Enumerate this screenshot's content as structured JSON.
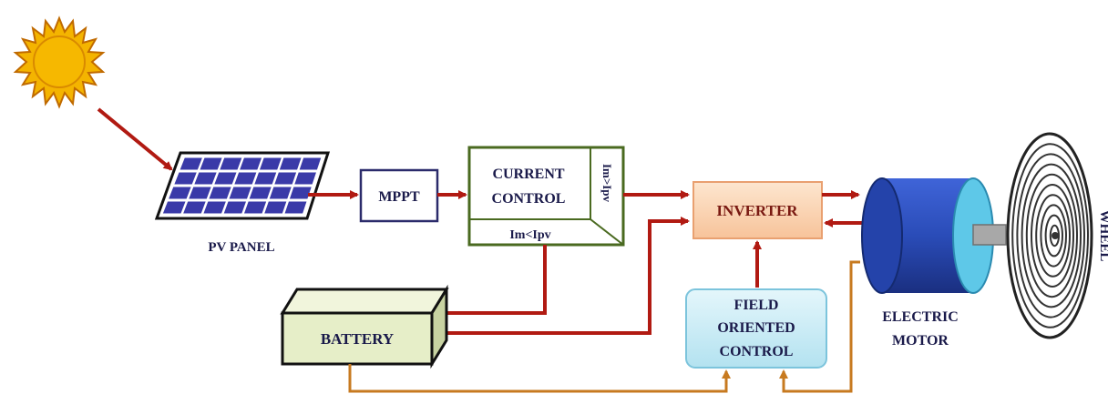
{
  "labels": {
    "pv_panel": "PV PANEL",
    "mppt": "MPPT",
    "current_control_line1": "CURRENT",
    "current_control_line2": "CONTROL",
    "cond_im_lt_ipv": "Im<Ipv",
    "cond_im_gt_ipv": "Im>Ipv",
    "inverter": "INVERTER",
    "battery": "BATTERY",
    "foc_line1": "FIELD",
    "foc_line2": "ORIENTED",
    "foc_line3": "CONTROL",
    "motor_line1": "ELECTRIC",
    "motor_line2": "MOTOR",
    "wheel": "WHEEL"
  },
  "colors": {
    "power_arrow": "#b11a12",
    "control_arrow": "#c77a20",
    "sun_fill": "#f4b400",
    "sun_stroke": "#e08a00",
    "box_border": "#2b2b6b",
    "control_box_border": "#4a6a20",
    "battery_fill": "#e6eec8",
    "inverter_fill": "#fcd8b4",
    "foc_fill": "#c9ecf5",
    "motor_fill": "#2a4cb8",
    "panel_cell": "#3a3aa8",
    "label_text": "#1a1a4a"
  },
  "icons": {
    "sun": "sun-icon",
    "pv_panel": "solar-panel-icon",
    "battery": "battery-icon",
    "motor": "electric-motor-icon",
    "wheel": "wheel-icon"
  }
}
